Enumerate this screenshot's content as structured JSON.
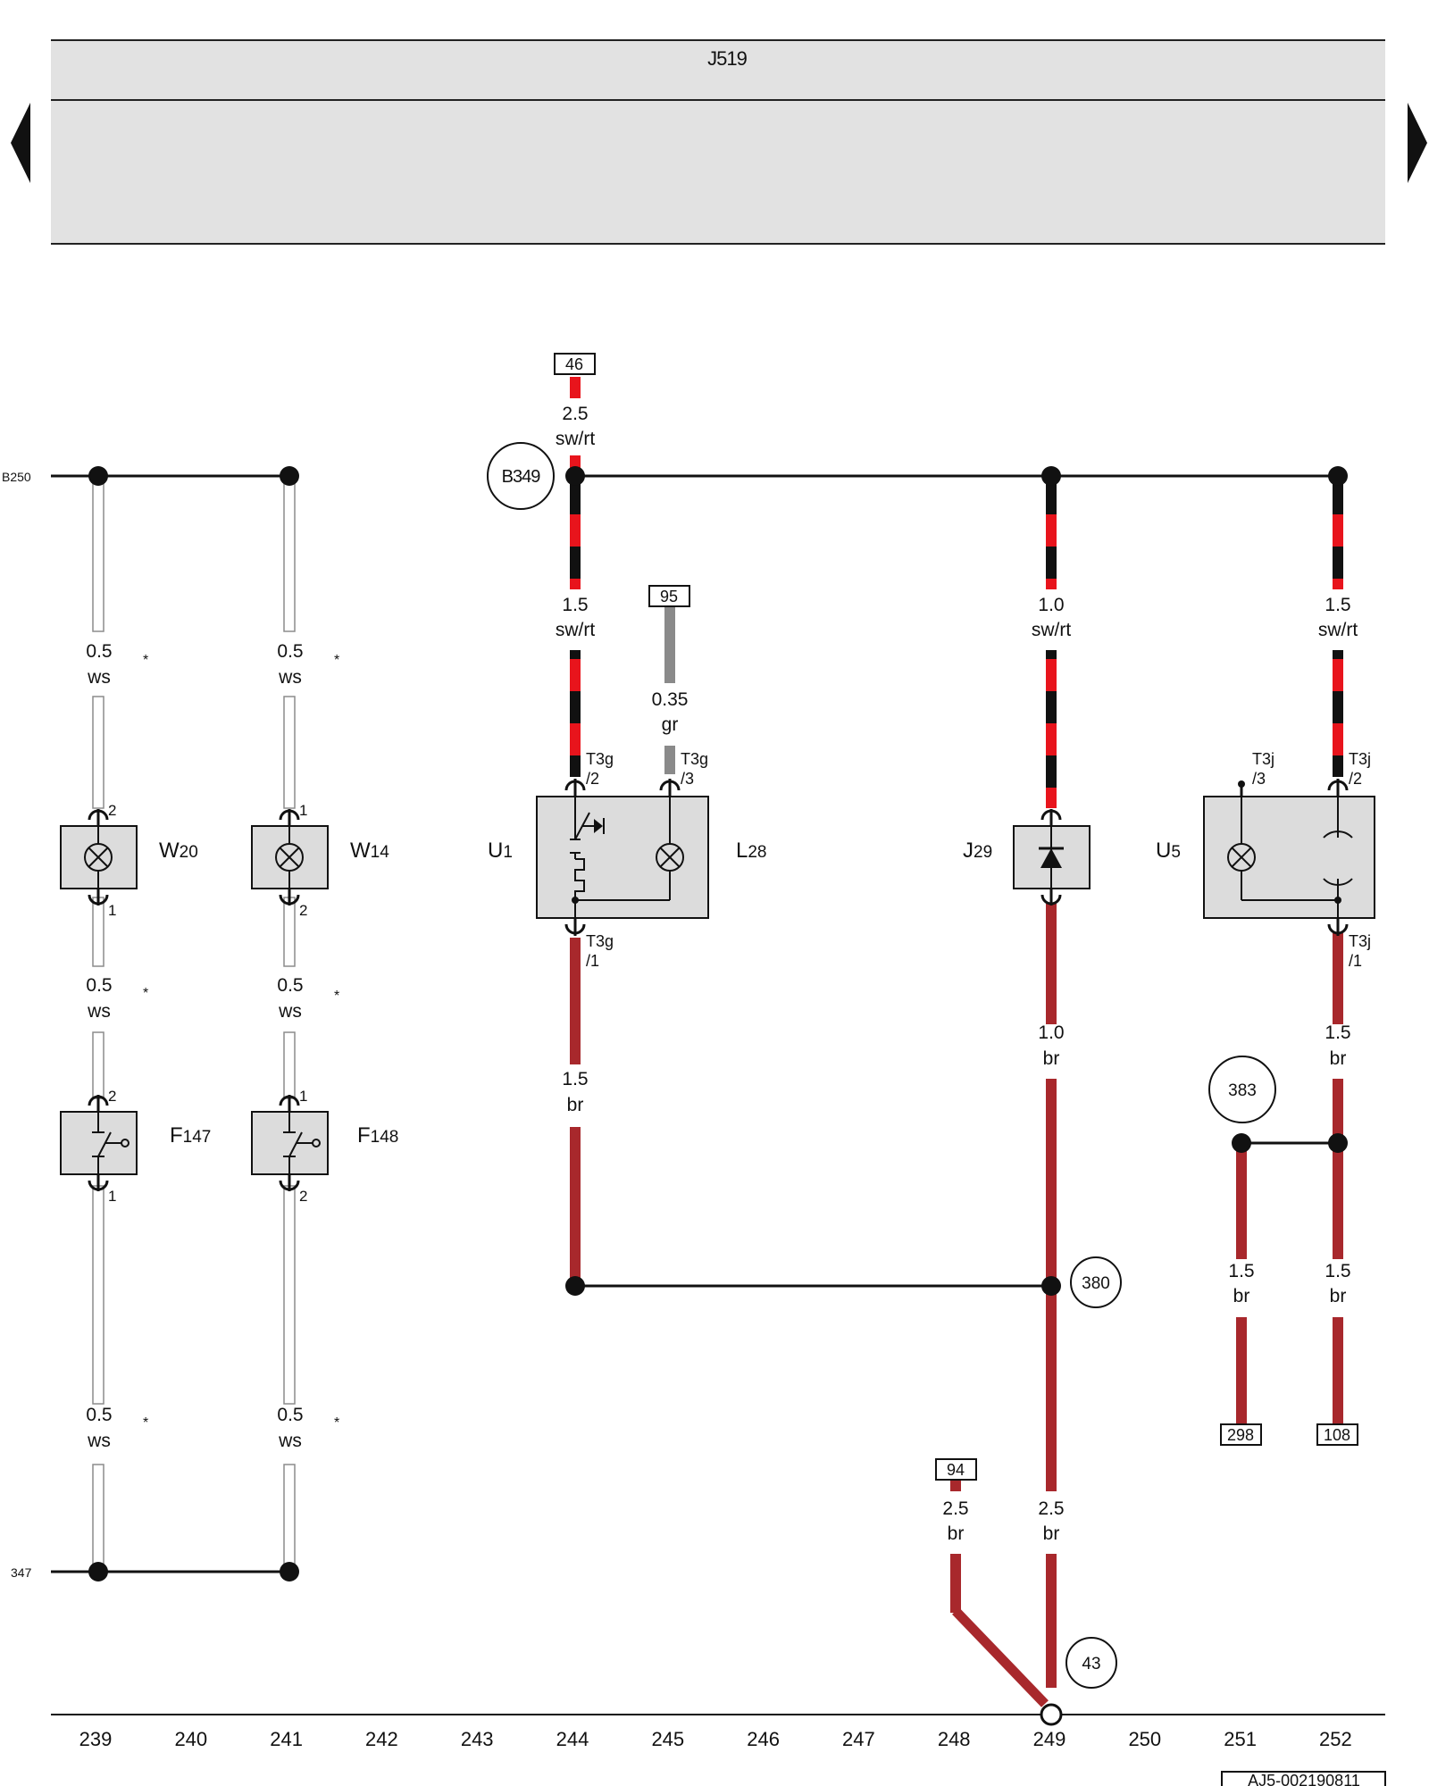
{
  "header": {
    "control_unit": "J519"
  },
  "colors": {
    "wire_sw_rt_red": "#e8141c",
    "wire_sw_rt_black": "#111111",
    "wire_br": "#a8282c",
    "wire_gr": "#8a8a8a",
    "wire_ws_outline": "#8c8c8c",
    "component_fill": "#dcdcdc",
    "header_fill": "#e2e2e2"
  },
  "side_refs": {
    "top": "B250",
    "bottom": "347"
  },
  "connectors": {
    "c46": "46",
    "c95": "95",
    "c94": "94",
    "c298": "298",
    "c108": "108"
  },
  "nodes": {
    "b349": "B349",
    "n380": "380",
    "n383": "383",
    "n43": "43"
  },
  "wires": {
    "w_top_46": {
      "size": "2.5",
      "color": "sw/rt"
    },
    "w_u1_in": {
      "size": "1.5",
      "color": "sw/rt"
    },
    "w_l28_in": {
      "size": "0.35",
      "color": "gr"
    },
    "w_j29_in": {
      "size": "1.0",
      "color": "sw/rt"
    },
    "w_u5_in": {
      "size": "1.5",
      "color": "sw/rt"
    },
    "w_w20_a": {
      "size": "0.5",
      "color": "ws"
    },
    "w_w14_a": {
      "size": "0.5",
      "color": "ws"
    },
    "w_w20_b": {
      "size": "0.5",
      "color": "ws"
    },
    "w_w14_b": {
      "size": "0.5",
      "color": "ws"
    },
    "w_w20_c": {
      "size": "0.5",
      "color": "ws"
    },
    "w_w14_c": {
      "size": "0.5",
      "color": "ws"
    },
    "w_u1_out": {
      "size": "1.5",
      "color": "br"
    },
    "w_j29_out": {
      "size": "1.0",
      "color": "br"
    },
    "w_u5_out": {
      "size": "1.5",
      "color": "br"
    },
    "w_298": {
      "size": "1.5",
      "color": "br"
    },
    "w_108": {
      "size": "1.5",
      "color": "br"
    },
    "w_94": {
      "size": "2.5",
      "color": "br"
    },
    "w_43": {
      "size": "2.5",
      "color": "br"
    }
  },
  "asterisk": "*",
  "components": {
    "w20": {
      "prefix": "W",
      "index": "20",
      "pin_top": "2",
      "pin_bottom": "1"
    },
    "w14": {
      "prefix": "W",
      "index": "14",
      "pin_top": "1",
      "pin_bottom": "2"
    },
    "f147": {
      "prefix": "F",
      "index": "147",
      "pin_top": "2",
      "pin_bottom": "1"
    },
    "f148": {
      "prefix": "F",
      "index": "148",
      "pin_top": "1",
      "pin_bottom": "2"
    },
    "u1": {
      "prefix": "U",
      "index": "1"
    },
    "l28": {
      "prefix": "L",
      "index": "28"
    },
    "j29": {
      "prefix": "J",
      "index": "29"
    },
    "u5": {
      "prefix": "U",
      "index": "5"
    }
  },
  "pins": {
    "t3g_2": {
      "name": "T3g",
      "num": "/2"
    },
    "t3g_3": {
      "name": "T3g",
      "num": "/3"
    },
    "t3g_1": {
      "name": "T3g",
      "num": "/1"
    },
    "t3j_3": {
      "name": "T3j",
      "num": "/3"
    },
    "t3j_2": {
      "name": "T3j",
      "num": "/2"
    },
    "t3j_1": {
      "name": "T3j",
      "num": "/1"
    }
  },
  "grid_numbers": [
    "239",
    "240",
    "241",
    "242",
    "243",
    "244",
    "245",
    "246",
    "247",
    "248",
    "249",
    "250",
    "251",
    "252"
  ],
  "footer": {
    "diagram_id": "AJ5-002190811"
  }
}
